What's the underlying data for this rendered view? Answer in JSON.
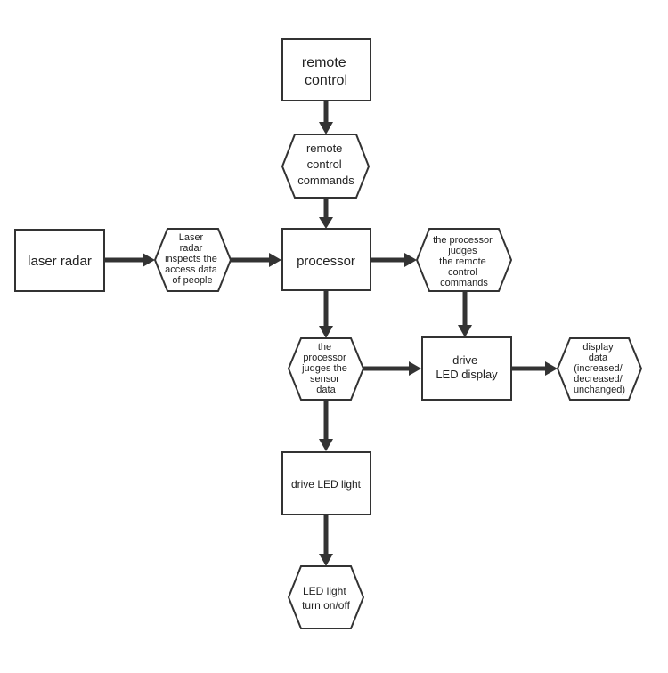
{
  "nodes": {
    "remote_control": {
      "lines": [
        "remote",
        "control"
      ]
    },
    "remote_commands": {
      "lines": [
        "remote",
        "control",
        "commands"
      ]
    },
    "laser_radar": {
      "lines": [
        "laser radar"
      ]
    },
    "laser_inspects": {
      "lines": [
        "Laser",
        "radar",
        "inspects the",
        "access data",
        "of people"
      ]
    },
    "processor": {
      "lines": [
        "processor"
      ]
    },
    "processor_judges_remote": {
      "lines": [
        "the processor",
        "judges",
        "the remote",
        "control",
        "commands"
      ]
    },
    "processor_judges_sensor": {
      "lines": [
        "the",
        "processor",
        "judges the",
        "sensor",
        "data"
      ]
    },
    "drive_led_display": {
      "lines": [
        "drive",
        "LED display"
      ]
    },
    "display_data": {
      "lines": [
        "display",
        "data",
        "(increased/",
        "decreased/",
        "unchanged)"
      ]
    },
    "drive_led_light": {
      "lines": [
        "drive LED light"
      ]
    },
    "led_light_onoff": {
      "lines": [
        "LED light",
        "turn on/off"
      ]
    }
  },
  "colors": {
    "stroke": "#333333",
    "text": "#222222",
    "background": "#ffffff"
  }
}
